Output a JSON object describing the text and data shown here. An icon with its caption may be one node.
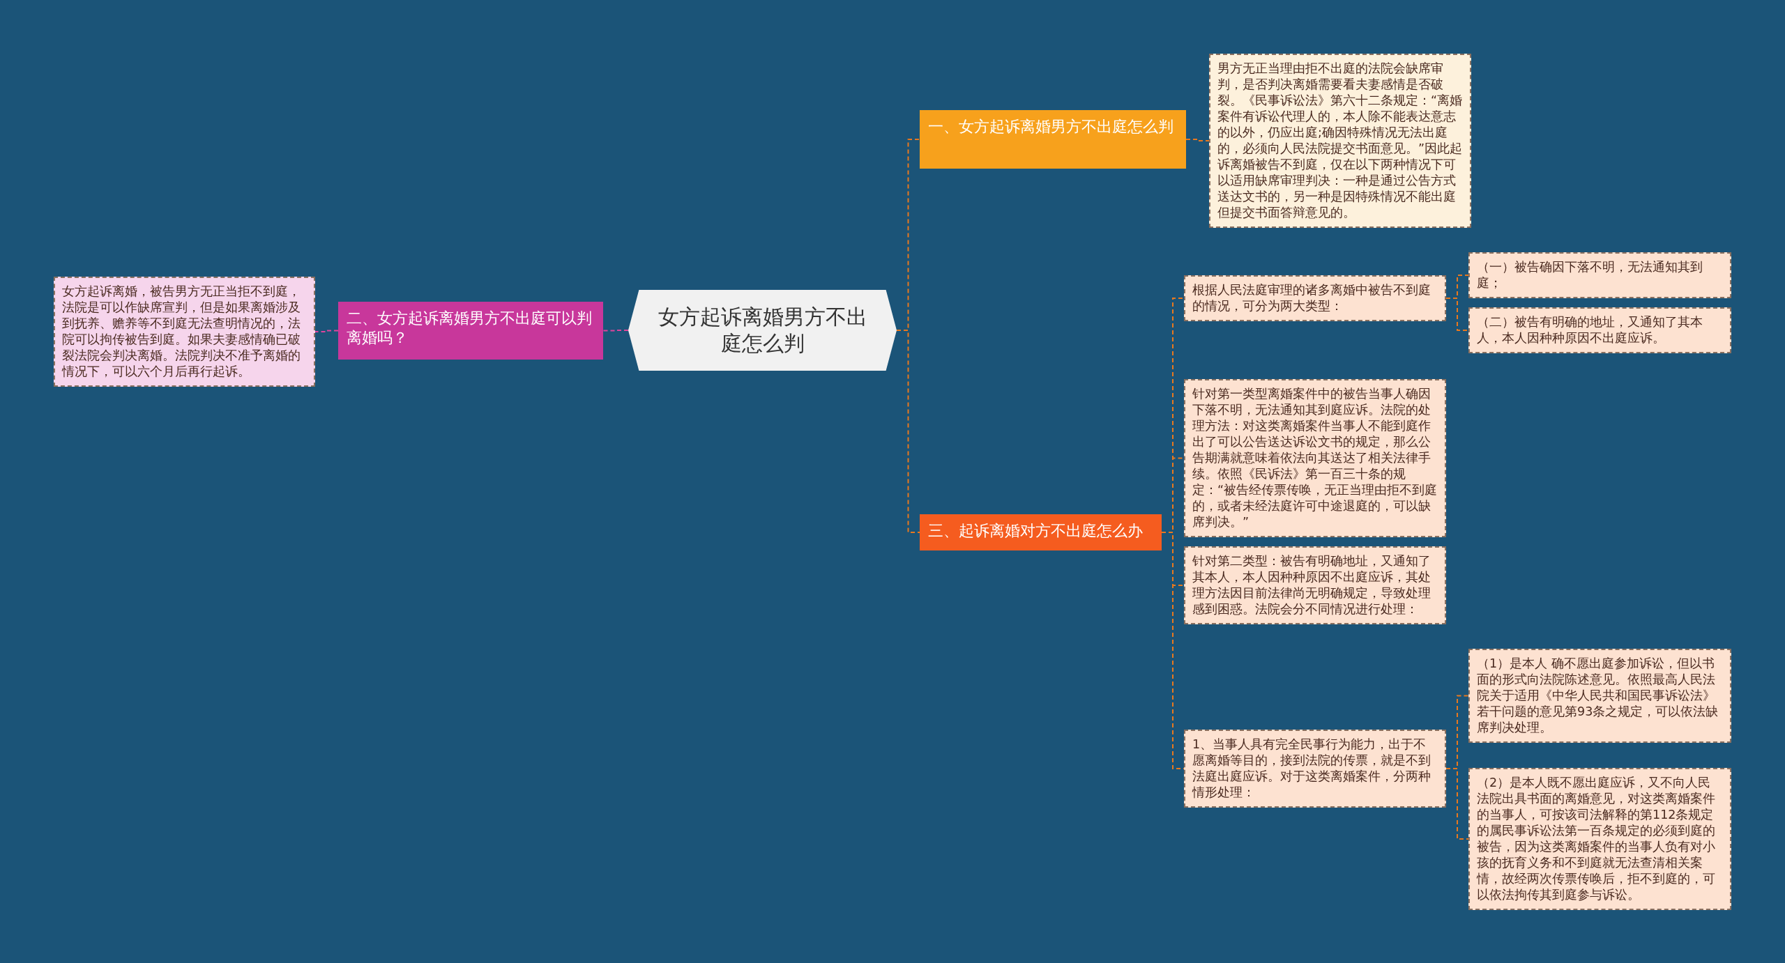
{
  "diagram": {
    "nodes": [
      {
        "text": [
          "女方起诉离婚男方不出庭怎么判"
        ]
      },
      {
        "text": [
          "一、女方起诉离婚男方不出庭怎么判"
        ]
      },
      {
        "text": [
          "男方无正当理由拒不出庭的法院会缺席审判，是否判决离婚需要看夫妻感情是否破裂。《民事诉讼法》第六十二条规定：“离婚案件有诉讼代理人的，本人除不能表达意志的以外，仍应出庭;确因特殊情况无法出庭的，必须向人民法院提交书面意见。”因此起诉离婚被告不到庭，仅在以下两种情况下可以适用缺席审理判决：一种是通过公告方式送达文书的，另一种是因特殊情况不能出庭但提交书面答辩意见的。"
        ]
      },
      {
        "text": [
          "二、女方起诉离婚男方不出庭可以判离婚吗？"
        ]
      },
      {
        "text": [
          "女方起诉离婚，被告男方无正当拒不到庭，法院是可以作缺席宣判，但是如果离婚涉及到抚养、赡养等不到庭无法查明情况的，法院可以拘传被告到庭。如果夫妻感情确已破裂法院会判决离婚。法院判决不准予离婚的情况下，可以六个月后再行起诉。"
        ]
      },
      {
        "text": [
          "三、起诉离婚对方不出庭怎么办"
        ]
      },
      {
        "text": [
          "根据人民法庭审理的诸多离婚中被告不到庭的情况，可分为两大类型："
        ]
      },
      {
        "text": [
          "（一）被告确因下落不明，无法通知其到庭；"
        ]
      },
      {
        "text": [
          "（二）被告有明确的地址，又通知了其本人，本人因种种原因不出庭应诉。"
        ]
      },
      {
        "text": [
          "针对第一类型离婚案件中的被告当事人确因下落不明，无法通知其到庭应诉。法院的处理方法：对这类离婚案件当事人不能到庭作出了可以公告送达诉讼文书的规定，那么公告期满就意味着依法向其送达了相关法律手续。依照《民诉法》第一百三十条的规定：“被告经传票传唤，无正当理由拒不到庭的，或者未经法庭许可中途退庭的，可以缺席判决。”"
        ]
      },
      {
        "text": [
          "针对第二类型：被告有明确地址，又通知了其本人，本人因种种原因不出庭应诉，其处理方法因目前法律尚无明确规定，导致处理感到困惑。法院会分不同情况进行处理："
        ]
      },
      {
        "text": [
          "1、当事人具有完全民事行为能力，出于不愿离婚等目的，接到法院的传票，就是不到法庭出庭应诉。对于这类离婚案件，分两种情形处理："
        ]
      },
      {
        "text": [
          "（1）是本人 确不愿出庭参加诉讼，但以书面的形式向法院陈述意见。依照最高人民法院关于适用《中华人民共和国民事诉讼法》若干问题的意见第93条之规定，可以依法缺席判决处理。"
        ]
      },
      {
        "text": [
          "（2）是本人既不愿出庭应诉，又不向人民法院出具书面的离婚意见，对这类离婚案件的当事人，可按该司法解释的第112条规定的属民事诉讼法第一百条规定的必须到庭的被告，因为这类离婚案件的当事人负有对小孩的抚育义务和不到庭就无法查清相关案情，故经两次传票传唤后，拒不到庭的，可以依法拘传其到庭参与诉讼。"
        ]
      }
    ],
    "edges": [
      {
        "from": 0,
        "to": 1,
        "arrow": "none"
      },
      {
        "from": 0,
        "to": 3,
        "arrow": "none",
        "color": "#e0449c"
      },
      {
        "from": 0,
        "to": 5,
        "arrow": "none"
      },
      {
        "from": 1,
        "to": 2,
        "arrow": "none"
      },
      {
        "from": 3,
        "to": 4,
        "arrow": "none",
        "color": "#e0449c"
      },
      {
        "from": 5,
        "to": 6,
        "arrow": "none"
      },
      {
        "from": 5,
        "to": 9,
        "arrow": "none"
      },
      {
        "from": 5,
        "to": 10,
        "arrow": "none"
      },
      {
        "from": 5,
        "to": 11,
        "arrow": "none"
      },
      {
        "from": 6,
        "to": 7,
        "arrow": "none"
      },
      {
        "from": 6,
        "to": 8,
        "arrow": "none"
      },
      {
        "from": 11,
        "to": 12,
        "arrow": "none"
      },
      {
        "from": 11,
        "to": 13,
        "arrow": "none"
      }
    ]
  }
}
